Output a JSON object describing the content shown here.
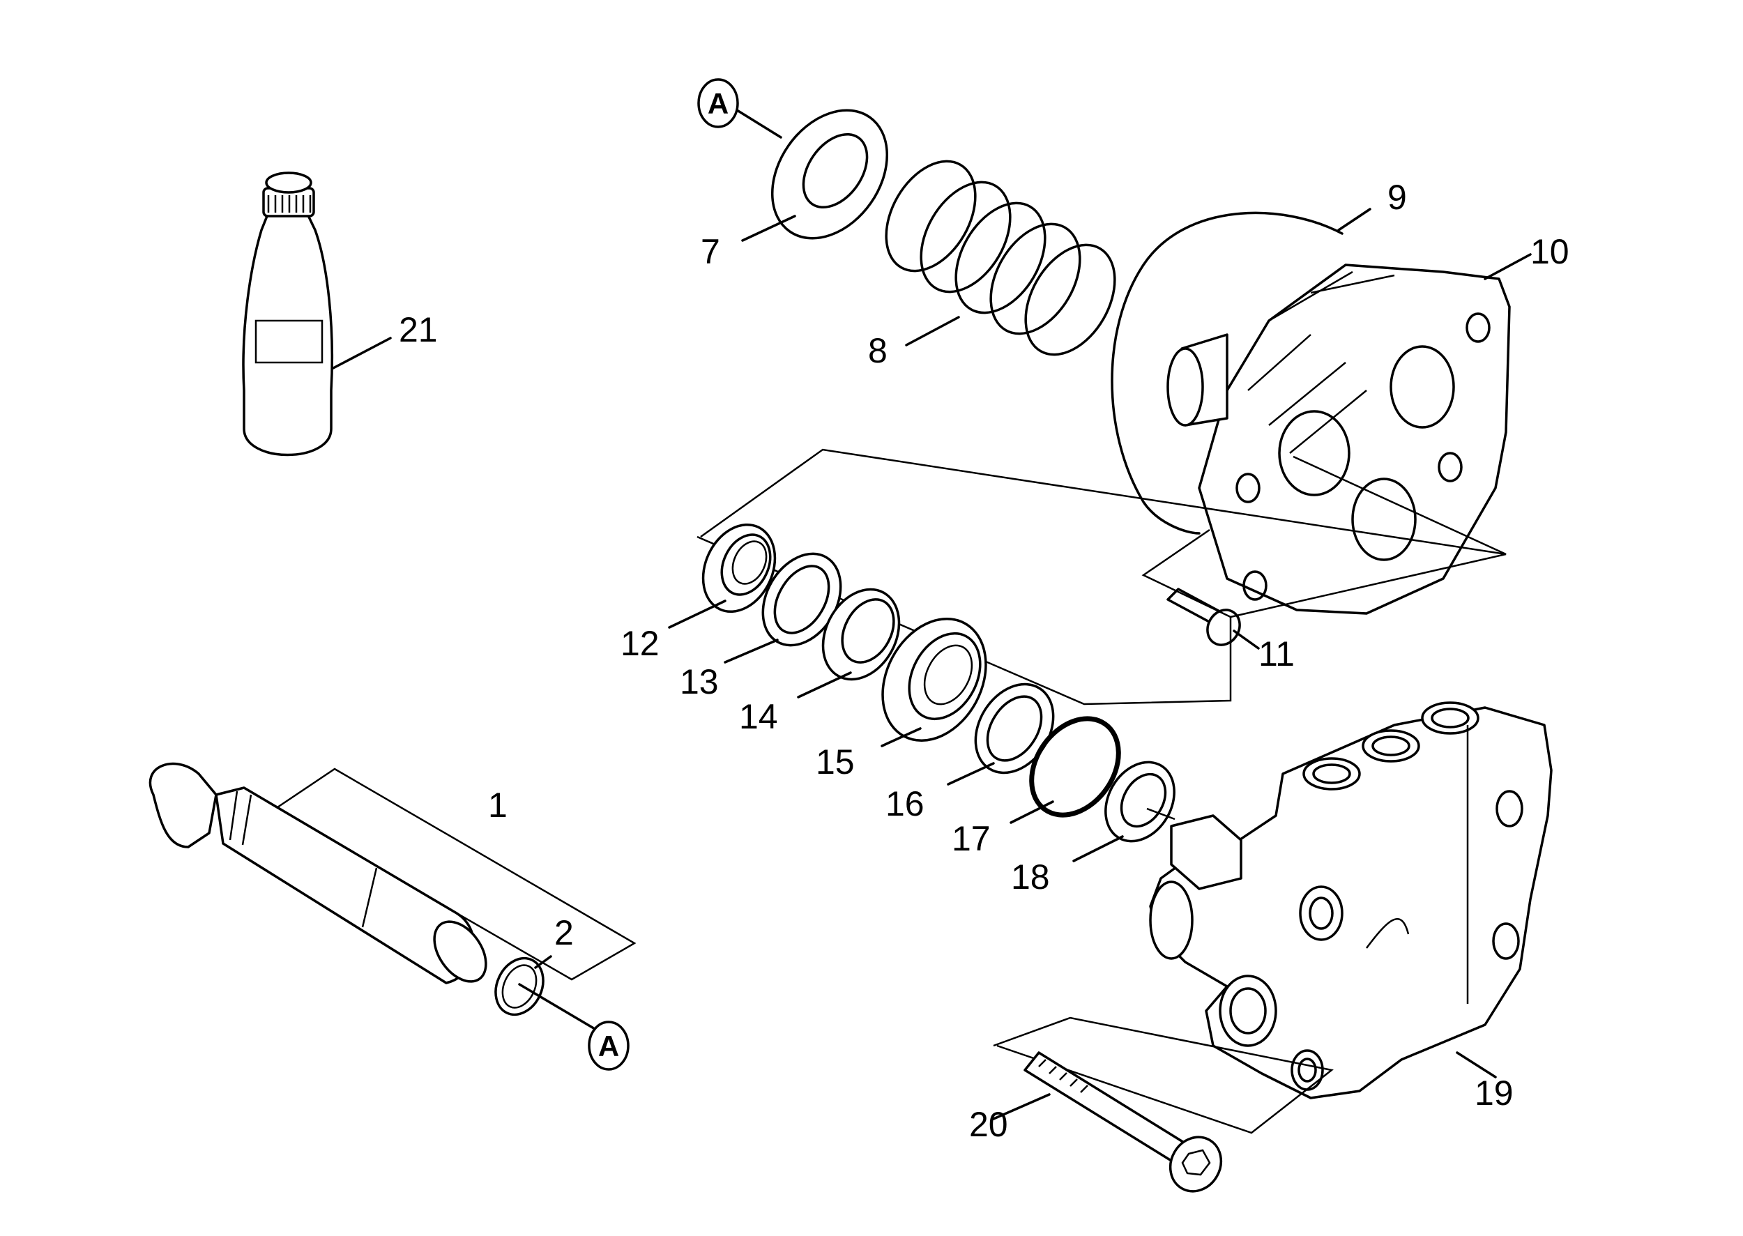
{
  "callouts": {
    "p1": "1",
    "p2": "2",
    "p7": "7",
    "p8": "8",
    "p9": "9",
    "p10": "10",
    "p11": "11",
    "p12": "12",
    "p13": "13",
    "p14": "14",
    "p15": "15",
    "p16": "16",
    "p17": "17",
    "p18": "18",
    "p19": "19",
    "p20": "20",
    "p21": "21"
  },
  "ref_marks": {
    "top": "A",
    "bottom": "A"
  }
}
